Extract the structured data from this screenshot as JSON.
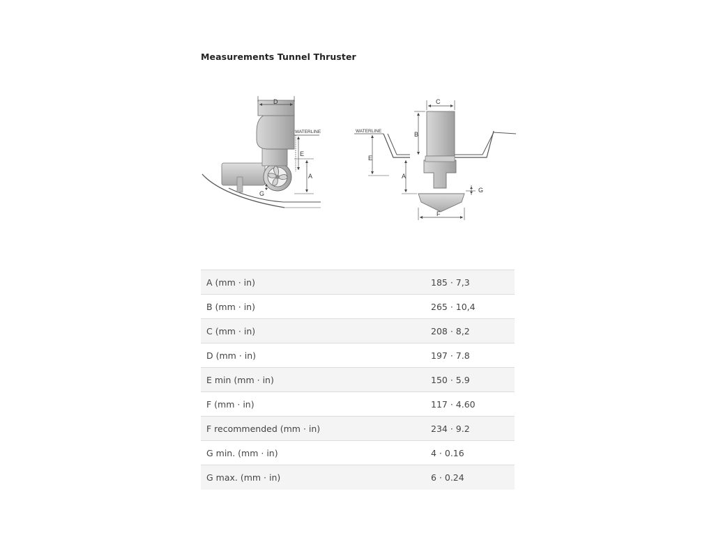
{
  "page": {
    "title": "Measurements Tunnel Thruster"
  },
  "diagram": {
    "side_view": {
      "labels": {
        "d": "D",
        "e": "E",
        "a": "A",
        "g": "G",
        "waterline": "WATERLINE"
      }
    },
    "front_view": {
      "labels": {
        "c": "C",
        "b": "B",
        "e": "E",
        "a": "A",
        "g": "G",
        "f": "F",
        "waterline": "WATERLINE"
      }
    }
  },
  "measurements": {
    "rows": [
      {
        "label": "A (mm · in)",
        "value": "185 · 7,3"
      },
      {
        "label": "B (mm · in)",
        "value": "265 · 10,4"
      },
      {
        "label": "C (mm · in)",
        "value": "208 · 8,2"
      },
      {
        "label": "D (mm · in)",
        "value": "197 · 7.8"
      },
      {
        "label": "E min (mm · in)",
        "value": "150 · 5.9"
      },
      {
        "label": "F (mm · in)",
        "value": "117 · 4.60"
      },
      {
        "label": "F recommended (mm · in)",
        "value": "234 · 9.2"
      },
      {
        "label": "G min. (mm · in)",
        "value": "4 · 0.16"
      },
      {
        "label": "G max. (mm · in)",
        "value": "6 · 0.24"
      }
    ]
  }
}
